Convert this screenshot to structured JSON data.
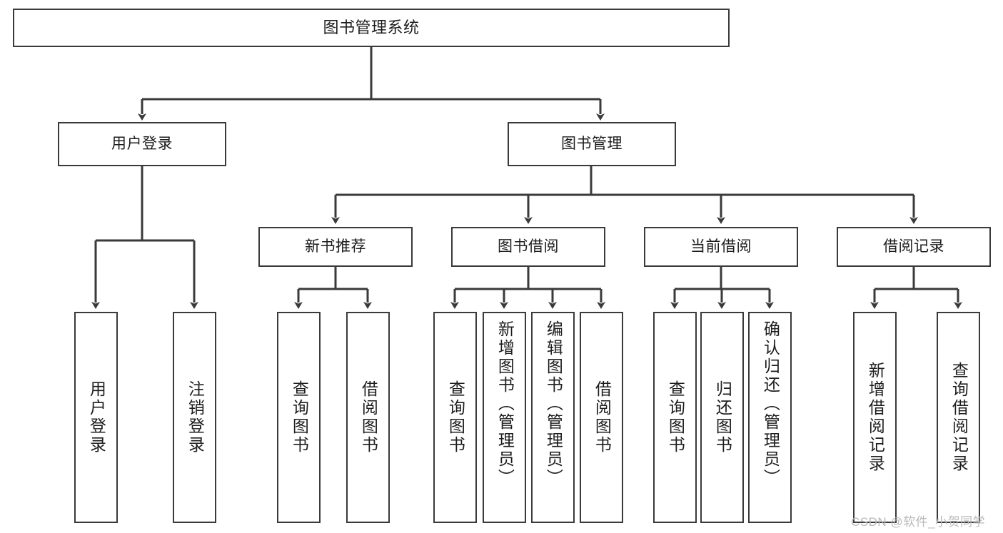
{
  "diagram": {
    "title": "图书管理系统",
    "type": "tree",
    "orientation": "top-down",
    "line_color": "#3a3a3a",
    "box_fill": "#ffffff",
    "text_color": "#1d1d1d"
  },
  "nodes": {
    "root": {
      "label": "图书管理系统",
      "level": 0
    },
    "level1": [
      {
        "id": "user_login",
        "label": "用户登录"
      },
      {
        "id": "book_manage",
        "label": "图书管理"
      }
    ],
    "level2": [
      {
        "id": "new_book_rec",
        "label": "新书推荐",
        "parent": "book_manage"
      },
      {
        "id": "book_borrow",
        "label": "图书借阅",
        "parent": "book_manage"
      },
      {
        "id": "current_borrow",
        "label": "当前借阅",
        "parent": "book_manage"
      },
      {
        "id": "borrow_record",
        "label": "借阅记录",
        "parent": "book_manage"
      }
    ],
    "leaves": [
      {
        "id": "leaf_user_login",
        "label": "用户登录",
        "parent": "user_login"
      },
      {
        "id": "leaf_logout",
        "label": "注销登录",
        "parent": "user_login"
      },
      {
        "id": "leaf_query_book_1",
        "label": "查询图书",
        "parent": "new_book_rec"
      },
      {
        "id": "leaf_borrow_book_1",
        "label": "借阅图书",
        "parent": "new_book_rec"
      },
      {
        "id": "leaf_query_book_2",
        "label": "查询图书",
        "parent": "book_borrow"
      },
      {
        "id": "leaf_add_book",
        "label": "新增图书（管理员）",
        "parent": "book_borrow"
      },
      {
        "id": "leaf_edit_book",
        "label": "编辑图书（管理员）",
        "parent": "book_borrow"
      },
      {
        "id": "leaf_borrow_book_2",
        "label": "借阅图书",
        "parent": "book_borrow"
      },
      {
        "id": "leaf_query_book_3",
        "label": "查询图书",
        "parent": "current_borrow"
      },
      {
        "id": "leaf_return_book",
        "label": "归还图书",
        "parent": "current_borrow"
      },
      {
        "id": "leaf_confirm_return",
        "label": "确认归还（管理员）",
        "parent": "current_borrow"
      },
      {
        "id": "leaf_add_record",
        "label": "新增借阅记录",
        "parent": "borrow_record"
      },
      {
        "id": "leaf_query_record",
        "label": "查询借阅记录",
        "parent": "borrow_record"
      }
    ]
  },
  "watermark": {
    "text": "CSDN @软件_小贺同学"
  }
}
